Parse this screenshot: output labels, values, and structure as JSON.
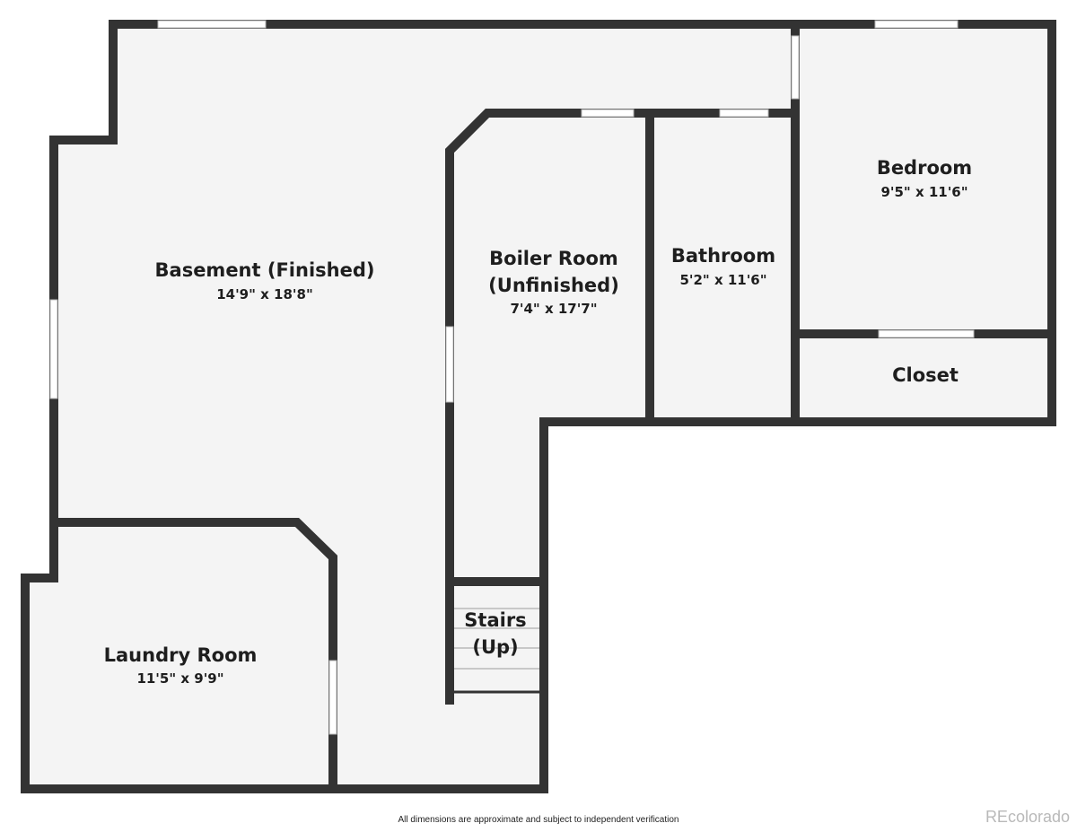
{
  "rooms": {
    "basement": {
      "name": "Basement (Finished)",
      "dimensions": "14'9\" x 18'8\""
    },
    "boiler": {
      "name_line1": "Boiler Room",
      "name_line2": "(Unfinished)",
      "dimensions": "7'4\" x 17'7\""
    },
    "bathroom": {
      "name": "Bathroom",
      "dimensions": "5'2\" x 11'6\""
    },
    "bedroom": {
      "name": "Bedroom",
      "dimensions": "9'5\" x 11'6\""
    },
    "closet": {
      "name": "Closet"
    },
    "stairs": {
      "name_line1": "Stairs",
      "name_line2": "(Up)"
    },
    "laundry": {
      "name": "Laundry Room",
      "dimensions": "11'5\" x 9'9\""
    }
  },
  "footer": {
    "note": "All dimensions are approximate and subject to independent verification",
    "watermark": "REcolorado"
  },
  "colors": {
    "wall": "#333333",
    "floor": "#f4f4f4",
    "window": "#ffffff"
  }
}
